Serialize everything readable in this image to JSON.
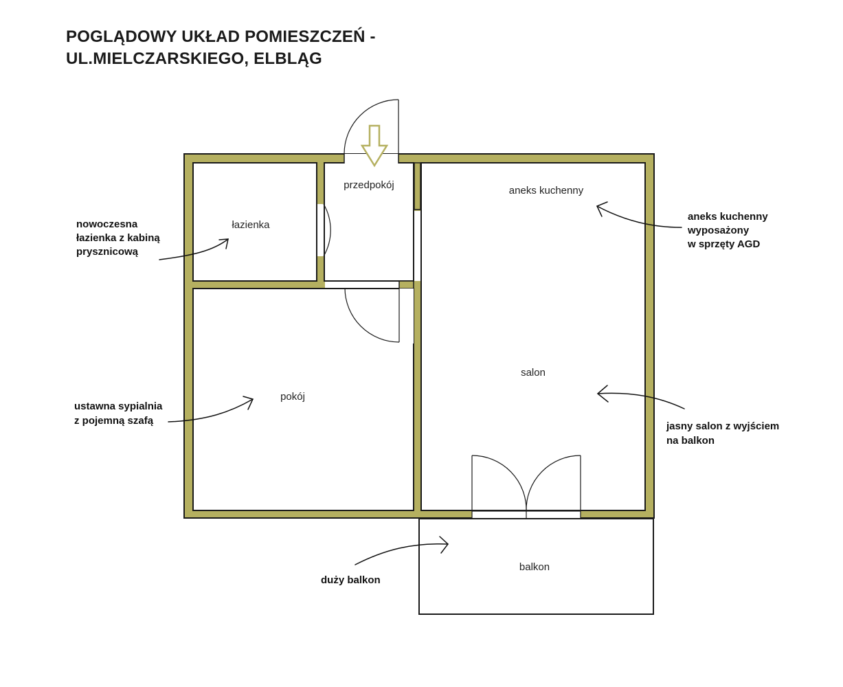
{
  "title": {
    "line1": "POGLĄDOWY UKŁAD POMIESZCZEŃ -",
    "line2": "UL.MIELCZARSKIEGO, ELBLĄG"
  },
  "rooms": {
    "przedpokoj": "przedpokój",
    "lazienka": "łazienka",
    "aneks": "aneks kuchenny",
    "salon": "salon",
    "pokoj": "pokój",
    "balkon": "balkon"
  },
  "notes": {
    "lazienka": [
      "nowoczesna",
      "łazienka z kabiną",
      "prysznicową"
    ],
    "aneks": [
      "aneks kuchenny",
      "wyposażony",
      "w sprzęty AGD"
    ],
    "pokoj": [
      "ustawna sypialnia",
      "z pojemną szafą"
    ],
    "salon": [
      "jasny salon z wyjściem",
      "na balkon"
    ],
    "balkon": [
      "duży balkon"
    ]
  },
  "colors": {
    "wall": "#b5b060",
    "entrance_arrow": "#b5b060"
  },
  "icons": {
    "entrance": "entrance-arrow-icon"
  }
}
